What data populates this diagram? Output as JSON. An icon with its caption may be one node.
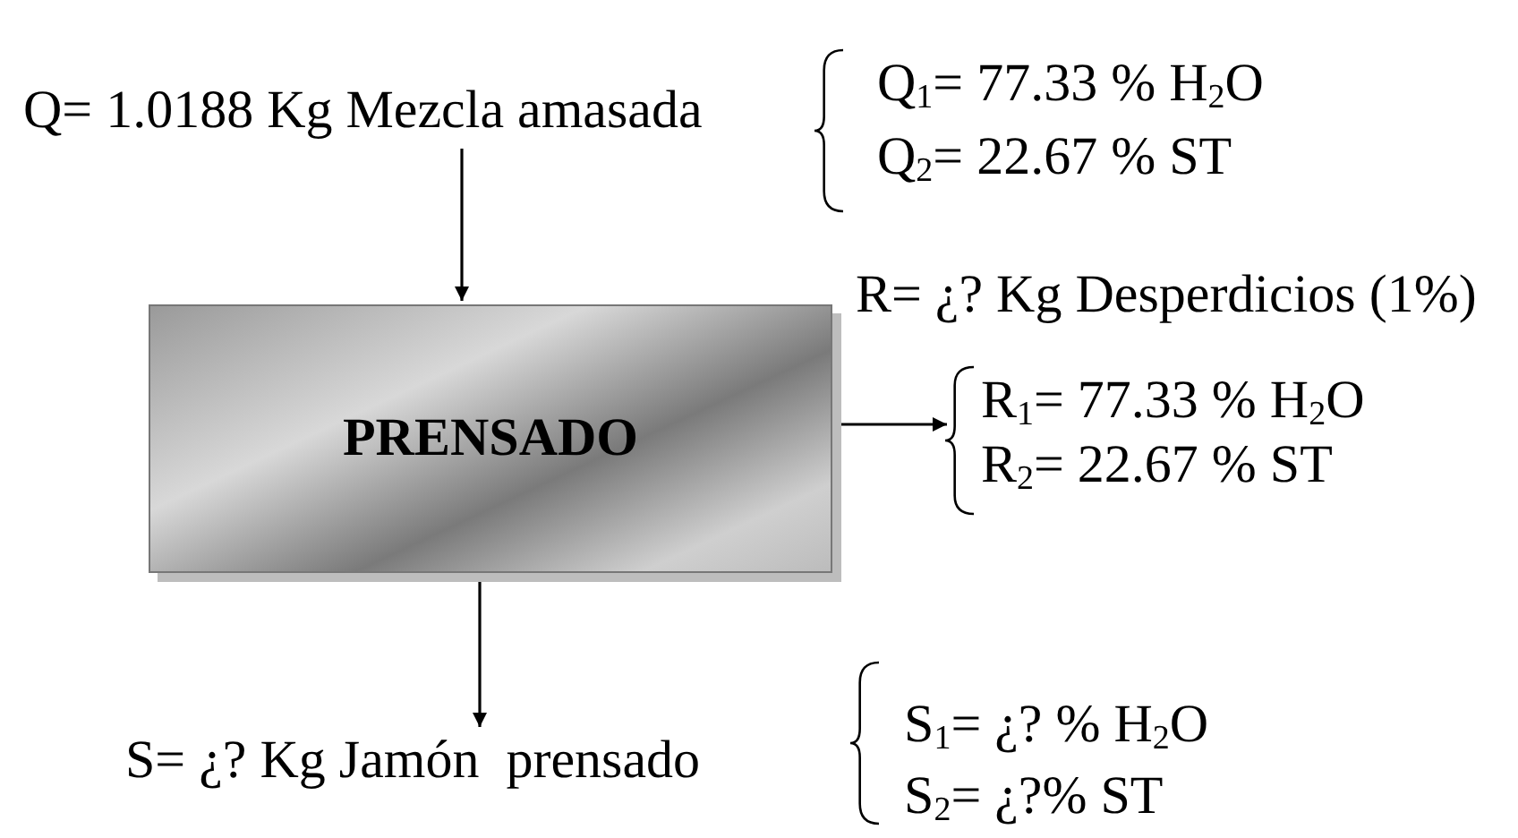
{
  "diagram": {
    "nodes": [
      {
        "text": [
          "Q= 1.0188 Kg Mezcla amasada"
        ],
        "beside": [
          "Q$_{1}$= 77.33 % H$_{2}$O",
          "Q$_{2}$= 22.67 % ST"
        ]
      },
      {
        "text": [
          "PRENSADO"
        ]
      },
      {
        "text": [
          "R$_{1}$= 77.33 % H$_{2}$O",
          "R$_{2}$= 22.67 % ST"
        ]
      },
      {
        "text": [
          "S= ¿? Kg Jamón  prensado"
        ],
        "beside": [
          "S$_{1}$= ¿? % H$_{2}$O",
          "S$_{2}$= ¿?% ST"
        ]
      }
    ],
    "edges": [
      {
        "from": 0,
        "to": 1,
        "arrow": "to"
      },
      {
        "from": 1,
        "to": 2,
        "arrow": "to"
      },
      {
        "from": 1,
        "to": 3,
        "arrow": "to"
      }
    ],
    "labels": [
      "R= ¿? Kg Desperdicios (1%)"
    ]
  }
}
